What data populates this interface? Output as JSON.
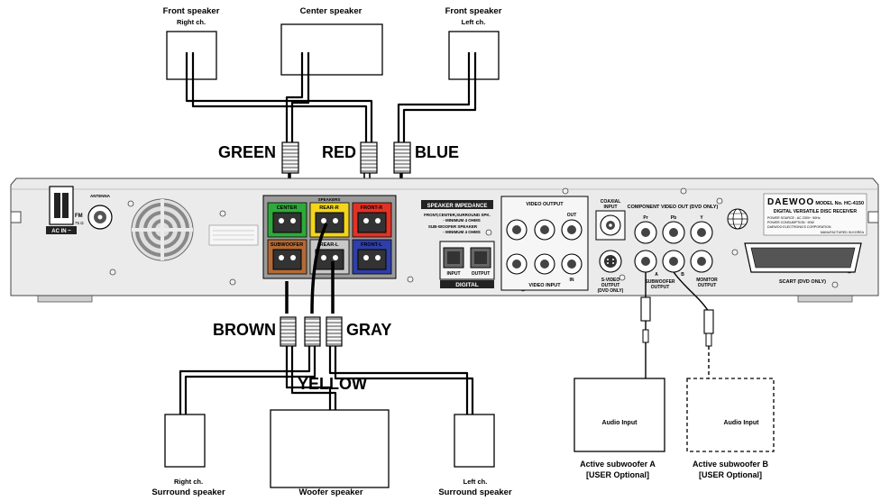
{
  "speakers": {
    "front_right": {
      "title": "Front speaker",
      "sub": "Right ch."
    },
    "center": {
      "title": "Center speaker"
    },
    "front_left": {
      "title": "Front speaker",
      "sub": "Left ch."
    },
    "surround_right": {
      "title": "Surround speaker",
      "sub": "Right ch."
    },
    "woofer": {
      "title": "Woofer speaker"
    },
    "surround_left": {
      "title": "Surround speaker",
      "sub": "Left ch."
    }
  },
  "cable_labels": {
    "green": "GREEN",
    "red": "RED",
    "blue": "BLUE",
    "brown": "BROWN",
    "yellow": "YELLOW",
    "gray": "GRAY"
  },
  "subwoofers": {
    "a": {
      "box_text": "Audio Input",
      "title": "Active subwoofer A",
      "note": "[USER Optional]"
    },
    "b": {
      "box_text": "Audio Input",
      "title": "Active subwoofer B",
      "note": "[USER Optional]"
    }
  },
  "panel": {
    "antenna": "ANTENNA",
    "fm": "FM",
    "fm_sub": "75 Ω",
    "ac_in": "AC IN ~",
    "speakers_hdr": "SPEAKERS",
    "terminals": {
      "center": "CENTER",
      "rear_r": "REAR-R",
      "front_r": "FRONT-R",
      "subwoofer": "SUBWOOFER",
      "rear_l": "REAR-L",
      "front_l": "FRONT-L"
    },
    "impedance_title": "SPEAKER IMPEDANCE",
    "impedance_line1": "FRONT,CENTER,SURROUND SPK.",
    "impedance_line2": "- MINIMUM 4 OHMS",
    "impedance_line3": "SUB-WOOFER SPEAKER",
    "impedance_line4": "- MINIMUM 4 OHMS",
    "digital_input": "INPUT",
    "digital_output": "OUTPUT",
    "digital": "DIGITAL",
    "video_output": "VIDEO OUTPUT",
    "video_input": "VIDEO INPUT",
    "out": "OUT",
    "in": "IN",
    "coaxial": "COAXIAL",
    "coaxial_input": "INPUT",
    "component": "COMPONENT  VIDEO OUT (DVD ONLY)",
    "pr": "Pr",
    "pb": "Pb",
    "y": "Y",
    "svideo": "S-VIDEO",
    "svideo2": "OUTPUT",
    "svideo3": "(DVD ONLY)",
    "sub_out1": "SUBWOOFER",
    "sub_out2": "OUTPUT",
    "sub_a": "A",
    "sub_b": "B",
    "monitor1": "MONITOR",
    "monitor2": "OUTPUT",
    "brand": "DAEWOO",
    "model": "MODEL No. HC-4150",
    "product": "DIGITAL VERSATILE DISC RECEIVER",
    "power1": "POWER SOURCE : AC 230V~ 50Hz",
    "power2": "POWER CONSUMPTION : 90W",
    "maker": "DAEWOO ELECTRONICS CORPORATION",
    "origin": "MANUFACTURED IN KOREA",
    "scart": "SCART (DVD ONLY)"
  }
}
